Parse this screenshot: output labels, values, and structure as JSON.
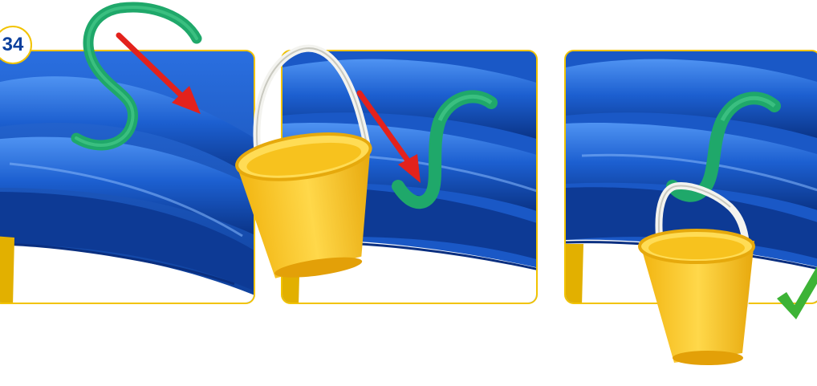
{
  "step": {
    "number": "34"
  },
  "panels": [
    {
      "name": "panel-1-attach-hook"
    },
    {
      "name": "panel-2-hang-bucket"
    },
    {
      "name": "panel-3-completed"
    }
  ],
  "icons": {
    "hook": "s-hook-icon",
    "bucket": "bucket-icon",
    "arrow": "red-arrow-icon",
    "check": "check-mark-icon"
  },
  "colors": {
    "tube_blue": "#1c5fd0",
    "panel_border": "#f2c300",
    "hook_green": "#1fa86a",
    "arrow_red": "#e3221c",
    "bucket_yellow": "#f6c21c",
    "handle_white": "#f3f3ef",
    "check_green": "#3db336",
    "step_number": "#0a3f9c"
  }
}
